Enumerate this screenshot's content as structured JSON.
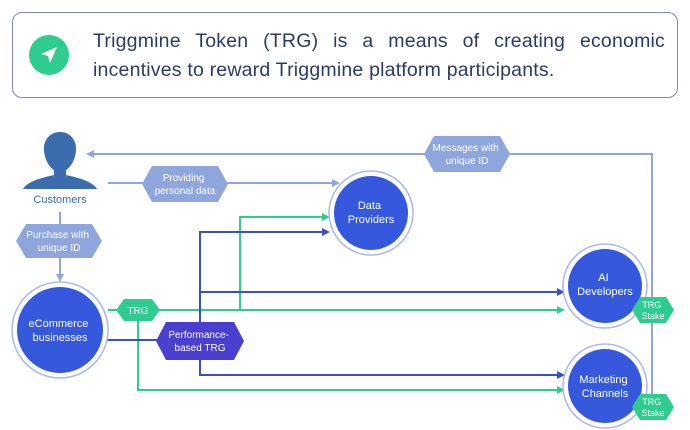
{
  "banner": {
    "text": "Triggmine Token (TRG) is a means of creating economic incentives to reward Triggmine platform participants.",
    "icon": "send-icon"
  },
  "diagram": {
    "nodes": {
      "customers": "Customers",
      "ecommerce": [
        "eCommerce",
        "businesses"
      ],
      "data_providers": [
        "Data",
        "Providers"
      ],
      "ai_developers": [
        "AI",
        "Developers"
      ],
      "marketing_channels": [
        "Marketing",
        "Channels"
      ]
    },
    "labels": {
      "providing_personal_data": [
        "Providing",
        "personal data"
      ],
      "purchase_with_unique_id": [
        "Purchase with",
        "unique ID"
      ],
      "messages_with_unique_id": [
        "Messages with",
        "unique ID"
      ],
      "trg": "TRG",
      "performance_based_trg": [
        "Performance-",
        "based TRG"
      ],
      "trg_stake_ai": [
        "TRG",
        "Stake"
      ],
      "trg_stake_marketing": [
        "TRG",
        "Stake"
      ]
    },
    "colors": {
      "light_flow": "#8ea6dc",
      "green_flow": "#2ecc8f",
      "blue_flow": "#3a4fc4",
      "node_fill": "#3558dc",
      "node_ring": "#a9b9ec",
      "purple_tag": "#4a3fcf",
      "light_tag": "#8ea6dc",
      "customer_icon": "#3a6cae",
      "customer_text": "#3a6cae"
    }
  }
}
